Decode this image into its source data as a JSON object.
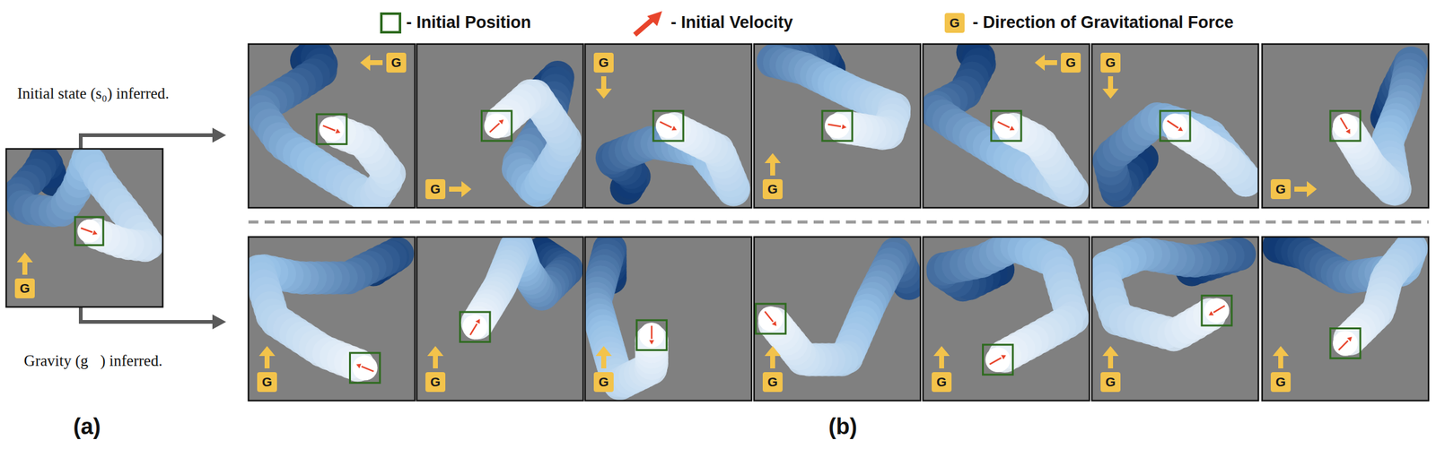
{
  "diagram": {
    "nodes": [
      {
        "text": [
          "G"
        ]
      },
      {
        "text": [
          "G"
        ]
      },
      {
        "text": [
          "G"
        ]
      },
      {
        "text": [
          "G"
        ]
      },
      {
        "text": [
          "G"
        ]
      },
      {
        "text": [
          "G"
        ]
      },
      {
        "text": [
          "G"
        ]
      },
      {
        "text": [
          "G"
        ]
      },
      {
        "text": [
          "G"
        ]
      },
      {
        "text": [
          "G"
        ]
      },
      {
        "text": [
          "G"
        ]
      },
      {
        "text": [
          "G"
        ]
      },
      {
        "text": [
          "G"
        ]
      },
      {
        "text": [
          "G"
        ]
      },
      {
        "text": [
          "G"
        ]
      },
      {
        "text": [
          "G"
        ]
      }
    ],
    "labels": [
      "Initial state (s₀) inferred.",
      "Gravity (g⃗) inferred.",
      "(a)",
      "(b)"
    ],
    "legend": [
      {
        "text": "- Initial Position"
      },
      {
        "text": "- Initial Velocity"
      },
      {
        "text": "- Direction of Gravitational Force"
      }
    ]
  }
}
